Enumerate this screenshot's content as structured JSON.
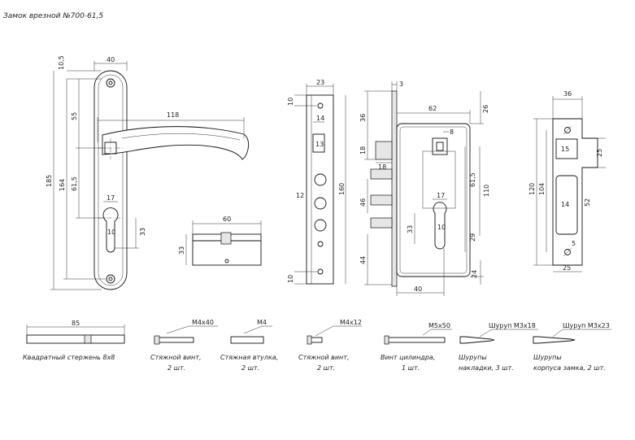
{
  "title": "Замок врезной №700-61,5",
  "handle": {
    "dims": [
      "40",
      "10,5",
      "118",
      "55",
      "185",
      "164",
      "61,5",
      "17",
      "10",
      "33"
    ]
  },
  "cylinder": {
    "dims": [
      "60",
      "33"
    ]
  },
  "faceplate": {
    "dims": [
      "23",
      "10",
      "14",
      "13",
      "12",
      "160",
      "10"
    ]
  },
  "lockbody": {
    "dims": [
      "3",
      "62",
      "26",
      "36",
      "8",
      "18",
      "18",
      "61,5",
      "110",
      "17",
      "46",
      "33",
      "10",
      "29",
      "44",
      "24",
      "40"
    ]
  },
  "strike": {
    "dims": [
      "36",
      "15",
      "25",
      "120",
      "104",
      "14",
      "52",
      "5",
      "25"
    ]
  },
  "parts": [
    {
      "size": "85",
      "caption_lines": [
        "Квадратный стержень 8х8"
      ]
    },
    {
      "size": "M4x40",
      "caption_lines": [
        "Стяжной винт,",
        "2 шт."
      ]
    },
    {
      "size": "M4",
      "caption_lines": [
        "Стяжная втулка,",
        "2 шт."
      ]
    },
    {
      "size": "M4x12",
      "caption_lines": [
        "Стяжной винт,",
        "2 шт."
      ]
    },
    {
      "size": "M5x50",
      "caption_lines": [
        "Винт цилиндра,",
        "1 шт."
      ]
    },
    {
      "size": "Шуруп M3x18",
      "caption_lines": [
        "Шурупы",
        "накладки, 3 шт."
      ]
    },
    {
      "size": "Шуруп M3x23",
      "caption_lines": [
        "Шурупы",
        "корпуса замка, 2 шт."
      ]
    }
  ]
}
